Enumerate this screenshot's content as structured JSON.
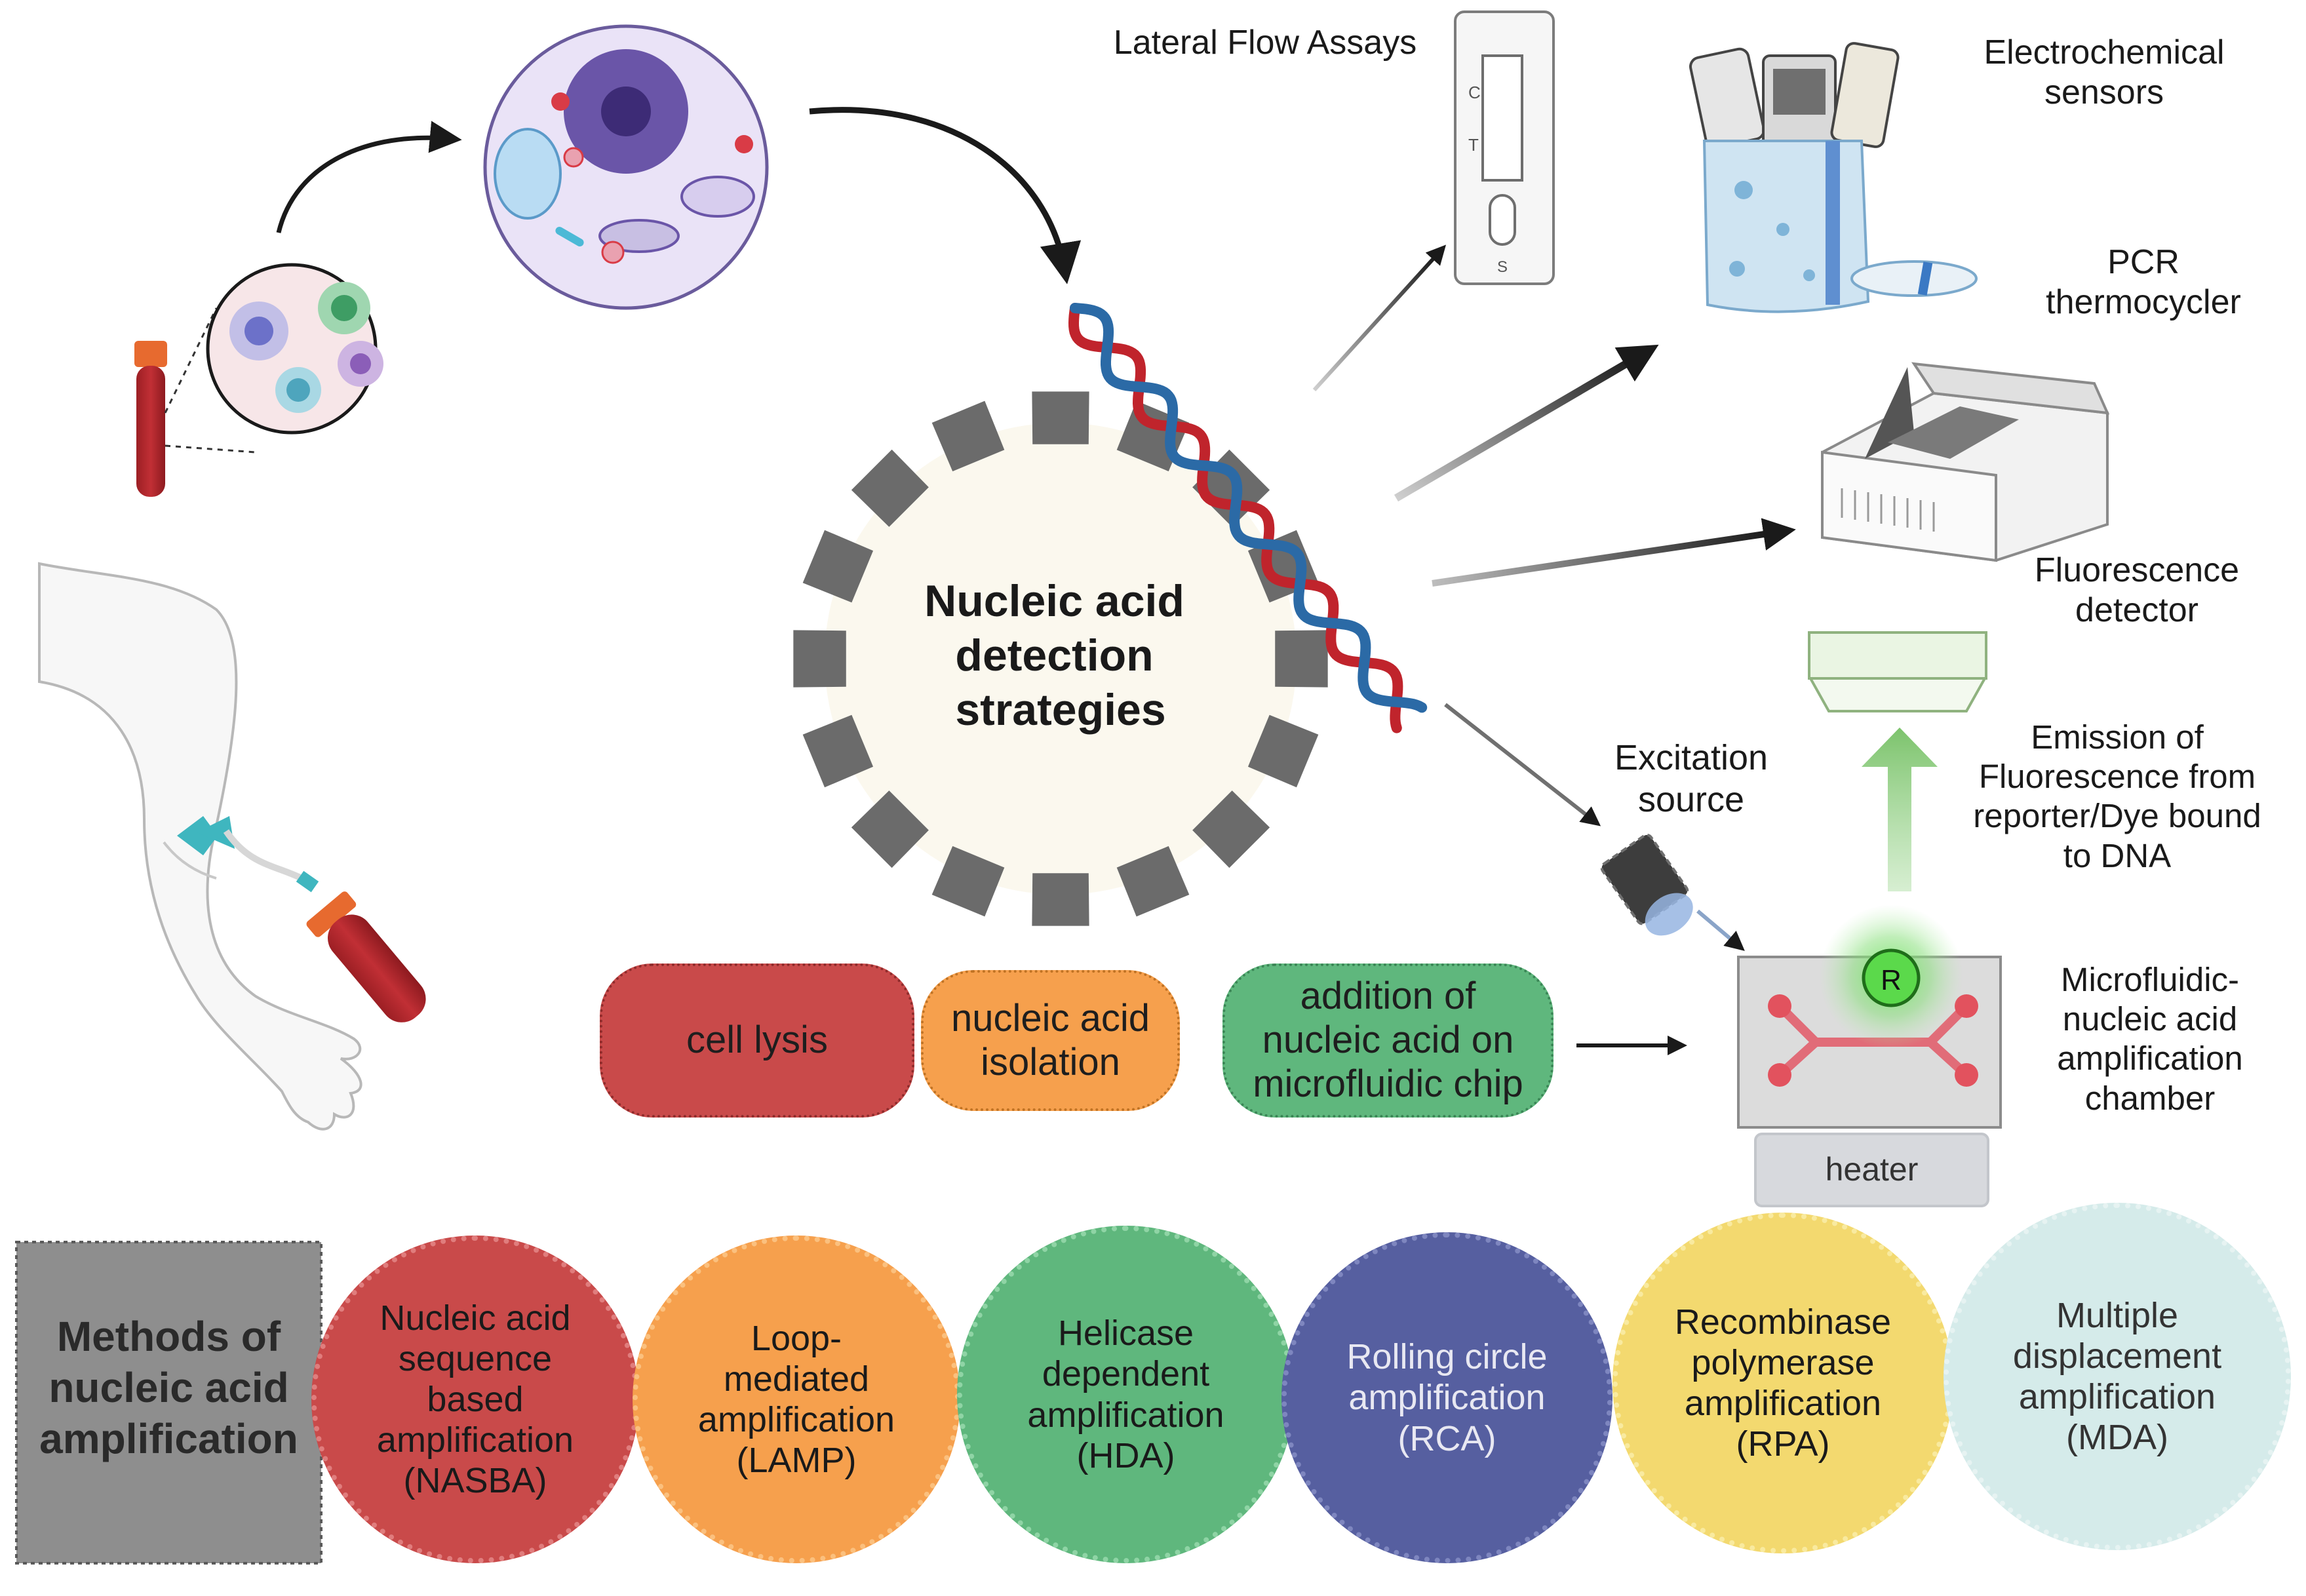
{
  "labels": {
    "lateral_flow": "Lateral Flow Assays",
    "electrochemical": "Electrochemical\nsensors",
    "pcr": "PCR\nthermocycler",
    "fluorescence_detector": "Fluorescence\ndetector",
    "excitation_source": "Excitation\nsource",
    "emission": "Emission of\nFluorescence from\nreporter/Dye bound\nto DNA",
    "microfluidic_chamber": "Microfluidic-\nnucleic acid\namplification\nchamber",
    "heater": "heater",
    "reporter": "R",
    "strip_c": "C",
    "strip_t": "T",
    "strip_s": "S"
  },
  "center": {
    "title": "Nucleic acid\ndetection\nstrategies"
  },
  "workflow_steps": [
    {
      "label": "cell lysis",
      "color": "#c94a4a"
    },
    {
      "label": "nucleic acid\nisolation",
      "color": "#f6a04d"
    },
    {
      "label": "addition of\nnucleic acid on\nmicrofluidic chip",
      "color": "#5fb77d"
    }
  ],
  "methods": {
    "title": "Methods of\nnucleic acid\namplification",
    "items": [
      {
        "label": "Nucleic acid\nsequence\nbased\namplification\n(NASBA)",
        "color": "#c94a4a",
        "text_color": "#1a1a1a"
      },
      {
        "label": "Loop-\nmediated\namplification\n(LAMP)",
        "color": "#f6a04d",
        "text_color": "#1a1a1a"
      },
      {
        "label": "Helicase\ndependent\namplification\n(HDA)",
        "color": "#5fb77d",
        "text_color": "#1a1a1a"
      },
      {
        "label": "Rolling circle\namplification\n(RCA)",
        "color": "#565fa0",
        "text_color": "#e8e8f2"
      },
      {
        "label": "Recombinase\npolymerase\namplification\n(RPA)",
        "color": "#f3d96f",
        "text_color": "#1a1a1a"
      },
      {
        "label": "Multiple\ndisplacement\namplification\n(MDA)",
        "color": "#d5ebea",
        "text_color": "#333333"
      }
    ]
  },
  "colors": {
    "dna_red": "#c0242c",
    "dna_blue": "#2b6aa6",
    "fluorescence_green": "#56d64a",
    "gear_gray": "#6b6b6b"
  }
}
